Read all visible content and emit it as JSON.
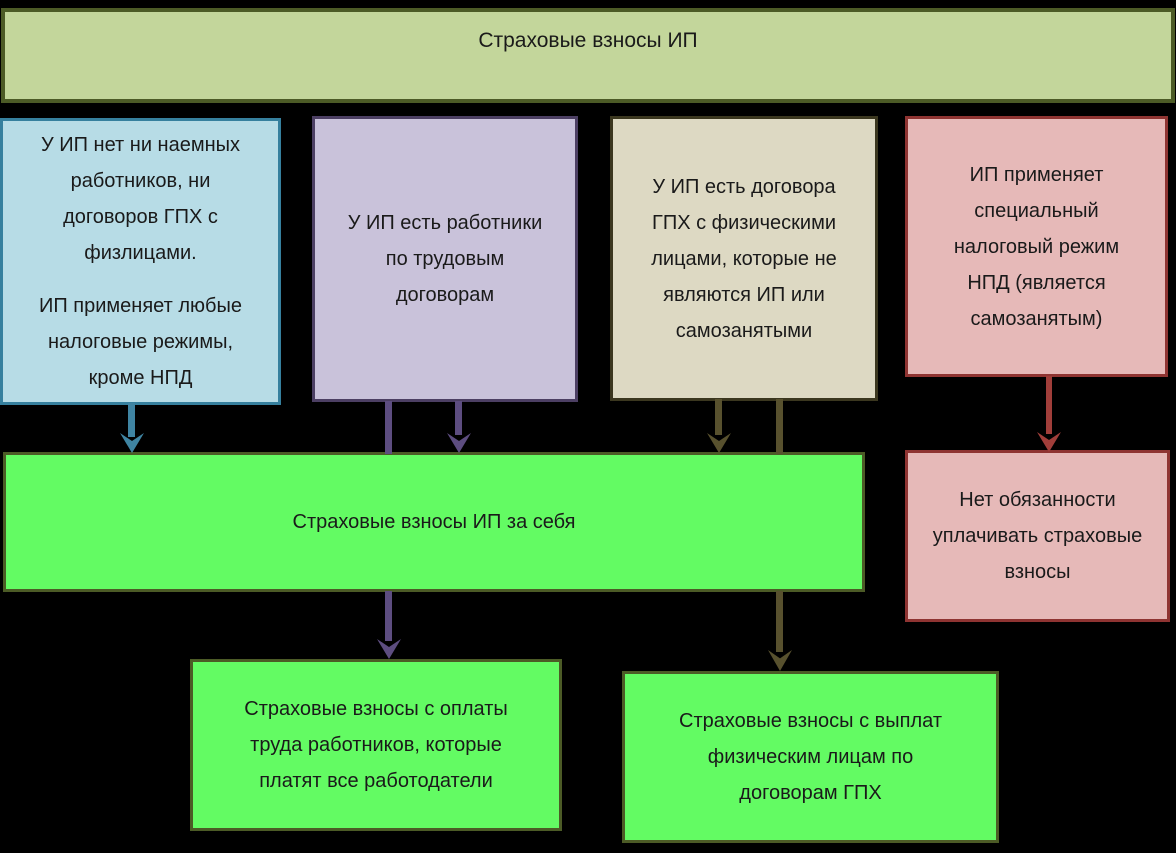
{
  "page": {
    "background": "#000000",
    "text_color": "#1a1a1a"
  },
  "nodes": {
    "header": {
      "text": "Страховые взносы ИП",
      "fill": "#c3d69b",
      "border": "#4c5b26"
    },
    "no_employees": {
      "para1": "У ИП нет ни наемных\nработников, ни\nдоговоров ГПХ с\nфизлицами.",
      "para2": "ИП применяет любые\nналоговые режимы,\nкроме НПД",
      "fill": "#b7dce6",
      "border": "#36809e"
    },
    "employees": {
      "text": "У ИП есть работники\nпо трудовым\nдоговорам",
      "fill": "#c9c2da",
      "border": "#4c3f63"
    },
    "gph_contracts": {
      "text": "У ИП есть договора\nГПХ с физическими\nлицами, которые не\nявляются ИП или\nсамозанятыми",
      "fill": "#ddd9c3",
      "border": "#3b371f"
    },
    "npd": {
      "text": "ИП применяет\nспециальный\nналоговый режим\nНПД (является\nсамозанятым)",
      "fill": "#e6b9b8",
      "border": "#8f3432"
    },
    "self_contributions": {
      "text": "Страховые взносы ИП за себя",
      "fill": "#63fb63",
      "border": "#4c5b26"
    },
    "no_obligation": {
      "text": "Нет обязанности\nуплачивать страховые\nвзносы",
      "fill": "#e6b9b8",
      "border": "#8f3432"
    },
    "payroll_contributions": {
      "text": "Страховые взносы с оплаты\nтруда работников, которые\nплатят все работодатели",
      "fill": "#63fb63",
      "border": "#4c5b26"
    },
    "gph_payments": {
      "text": "Страховые взносы с выплат\nфизическим лицам по\nдоговорам ГПХ",
      "fill": "#63fb63",
      "border": "#4c5b26"
    }
  },
  "edges": [
    {
      "from": "no_employees",
      "to": "self_contributions",
      "color": "#3f84a2"
    },
    {
      "from": "employees",
      "to": "self_contributions",
      "color": "#5d4d80"
    },
    {
      "from": "employees",
      "to": "payroll_contributions",
      "color": "#5d4d80"
    },
    {
      "from": "gph_contracts",
      "to": "self_contributions",
      "color": "#58512e"
    },
    {
      "from": "gph_contracts",
      "to": "gph_payments",
      "color": "#58512e"
    },
    {
      "from": "npd",
      "to": "no_obligation",
      "color": "#a03e3a"
    }
  ]
}
